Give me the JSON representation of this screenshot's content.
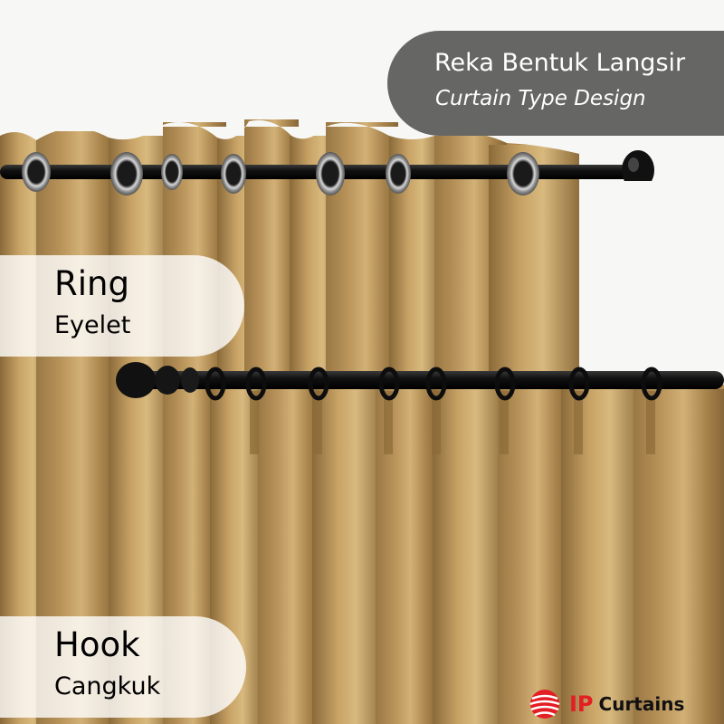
{
  "heading": {
    "title": "Reka Bentuk Langsir",
    "subtitle": "Curtain Type Design"
  },
  "types": [
    {
      "name": "Ring",
      "alt": "Eyelet"
    },
    {
      "name": "Hook",
      "alt": "Cangkuk"
    }
  ],
  "brand": {
    "ip": "IP",
    "name": "Curtains",
    "color": "#e31e24"
  },
  "colors": {
    "fabric": "#b08a4e",
    "rod": "#151515"
  }
}
